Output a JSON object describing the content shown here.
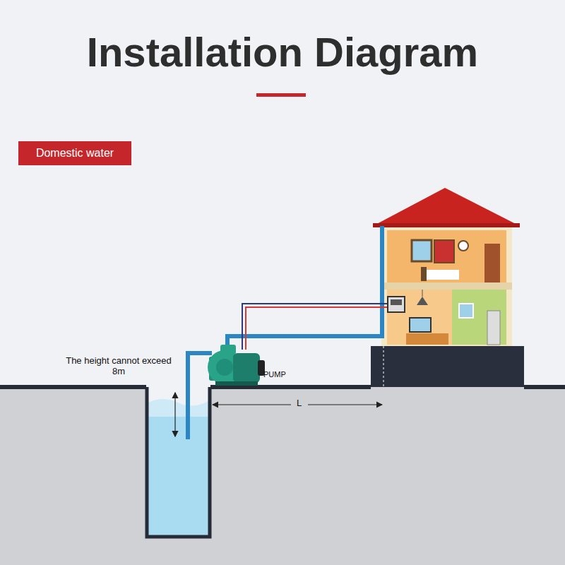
{
  "diagram": {
    "title": "Installation Diagram",
    "nodes": [
      {
        "text": [
          "Domestic water"
        ]
      }
    ],
    "labels": [
      "The height cannot exceed 8m",
      "PUMP",
      "L"
    ]
  }
}
